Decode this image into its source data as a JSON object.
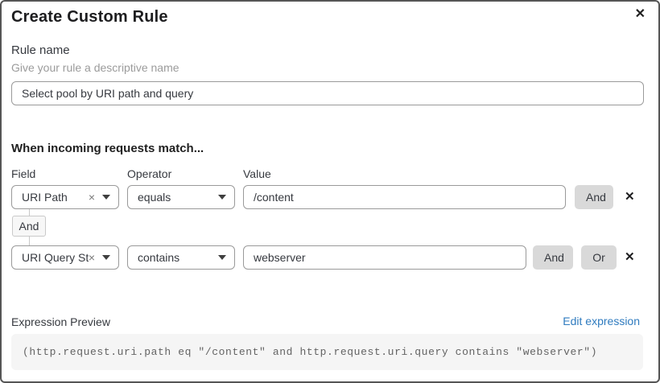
{
  "dialog": {
    "title": "Create Custom Rule"
  },
  "icons": {
    "close": "✕",
    "clear": "×"
  },
  "rule_name": {
    "label": "Rule name",
    "helper": "Give your rule a descriptive name",
    "value": "Select pool by URI path and query"
  },
  "match": {
    "heading": "When incoming requests match...",
    "columns": {
      "field": "Field",
      "operator": "Operator",
      "value": "Value"
    },
    "connector_label": "And",
    "rows": [
      {
        "field": "URI Path",
        "operator": "equals",
        "value": "/content",
        "and_label": "And"
      },
      {
        "field": "URI Query St...",
        "operator": "contains",
        "value": "webserver",
        "and_label": "And",
        "or_label": "Or"
      }
    ]
  },
  "expression": {
    "label": "Expression Preview",
    "edit_link": "Edit expression",
    "code": "(http.request.uri.path eq \"/content\" and http.request.uri.query contains \"webserver\")"
  },
  "colors": {
    "link_blue": "#2f7bbf",
    "button_gray": "#d9d9d9",
    "input_border": "#9a9a9a",
    "code_background": "#f5f5f5",
    "dialog_border": "#555555"
  }
}
